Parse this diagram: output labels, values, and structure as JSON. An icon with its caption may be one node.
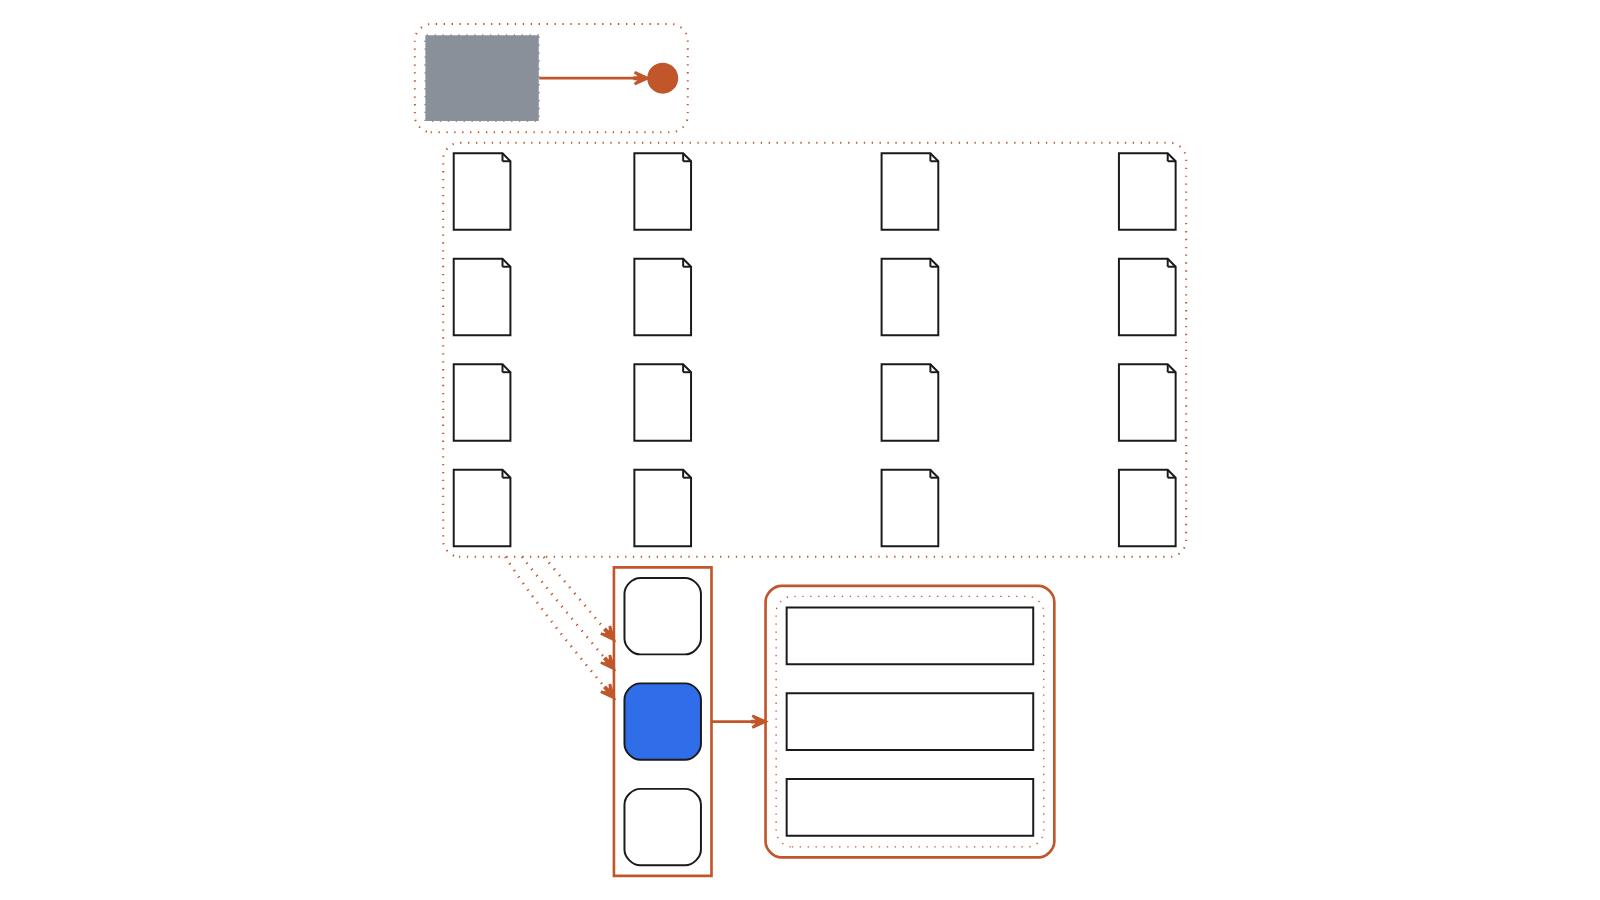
{
  "diagram": {
    "nodes": [
      {
        "text": [],
        "shape": "box"
      },
      {
        "text": [],
        "shape": "document",
        "in": 0
      },
      {
        "text": [],
        "shape": "document",
        "in": 0
      },
      {
        "text": [],
        "shape": "document",
        "in": 0
      },
      {
        "text": [],
        "shape": "document",
        "in": 0
      },
      {
        "text": [],
        "shape": "document",
        "in": 0
      },
      {
        "text": [],
        "shape": "document",
        "in": 0
      },
      {
        "text": [],
        "shape": "document",
        "in": 0
      },
      {
        "text": [],
        "shape": "document",
        "in": 0
      },
      {
        "text": [],
        "shape": "document",
        "in": 0
      },
      {
        "text": [],
        "shape": "document",
        "in": 0
      },
      {
        "text": [],
        "shape": "document",
        "in": 0
      },
      {
        "text": [],
        "shape": "document",
        "in": 0
      },
      {
        "text": [],
        "shape": "document",
        "in": 0
      },
      {
        "text": [],
        "shape": "document",
        "in": 0
      },
      {
        "text": [],
        "shape": "document",
        "in": 0
      },
      {
        "text": [],
        "shape": "document",
        "in": 0
      },
      {
        "text": [],
        "shape": "hexagon"
      },
      {
        "text": [],
        "shape": "box",
        "in": 17
      },
      {
        "text": [],
        "shape": "box",
        "in": 17
      },
      {
        "text": [],
        "shape": "box",
        "in": 17
      },
      {
        "text": [],
        "shape": "box"
      },
      {
        "text": [],
        "shape": "box",
        "in": 21
      },
      {
        "text": [],
        "shape": "box",
        "in": 22
      },
      {
        "text": [],
        "shape": "box",
        "in": 22
      },
      {
        "text": [],
        "shape": "box",
        "in": 22
      },
      {
        "text": [],
        "shape": "box"
      },
      {
        "text": [],
        "shape": "grid",
        "in": 26
      },
      {
        "text": [],
        "shape": "circle",
        "in": 26
      }
    ],
    "edges": [
      {
        "from": 0,
        "to": 17,
        "arrow": "to",
        "style": "dashed"
      },
      {
        "from": 0,
        "to": 17,
        "arrow": "to",
        "style": "dashed"
      },
      {
        "from": 0,
        "to": 17,
        "arrow": "to",
        "style": "dashed"
      },
      {
        "from": 17,
        "to": 21,
        "arrow": "to"
      },
      {
        "from": 27,
        "to": 28,
        "arrow": "to"
      }
    ]
  }
}
